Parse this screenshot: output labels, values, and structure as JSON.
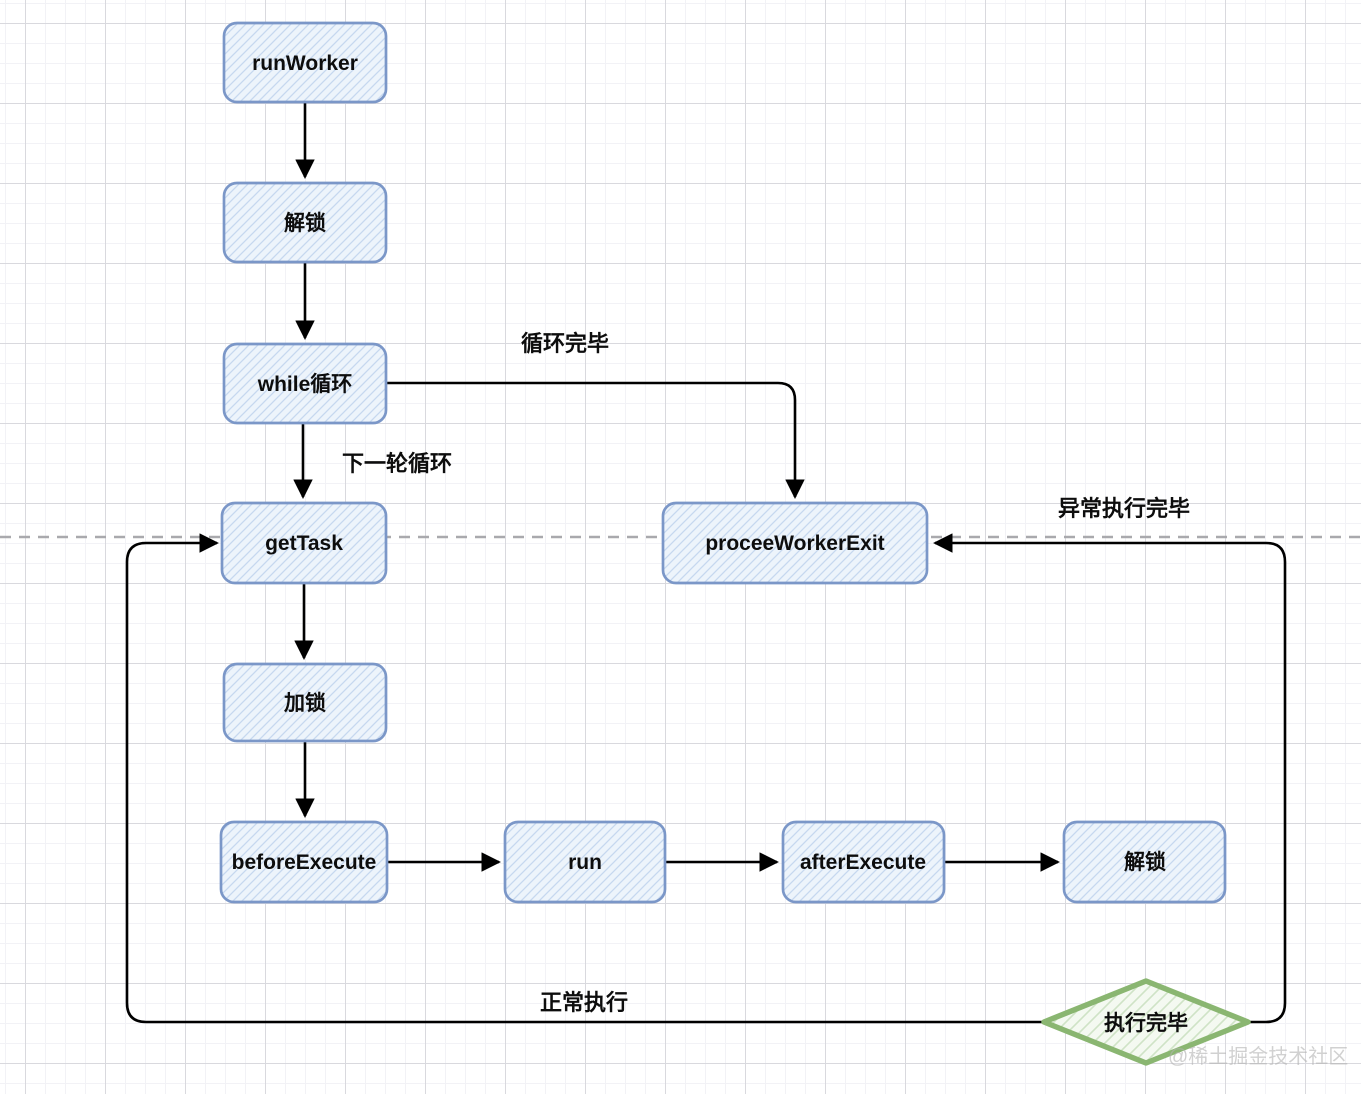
{
  "diagram": {
    "nodes": [
      {
        "id": "run-worker",
        "label": "runWorker",
        "shape": "rounded-rect"
      },
      {
        "id": "unlock-top",
        "label": "解锁",
        "shape": "rounded-rect"
      },
      {
        "id": "while-loop",
        "label": "while循环",
        "shape": "rounded-rect"
      },
      {
        "id": "get-task",
        "label": "getTask",
        "shape": "rounded-rect"
      },
      {
        "id": "procee-worker-exit",
        "label": "proceeWorkerExit",
        "shape": "rounded-rect"
      },
      {
        "id": "lock",
        "label": "加锁",
        "shape": "rounded-rect"
      },
      {
        "id": "before-execute",
        "label": "beforeExecute",
        "shape": "rounded-rect"
      },
      {
        "id": "run",
        "label": "run",
        "shape": "rounded-rect"
      },
      {
        "id": "after-execute",
        "label": "afterExecute",
        "shape": "rounded-rect"
      },
      {
        "id": "unlock-bottom",
        "label": "解锁",
        "shape": "rounded-rect"
      },
      {
        "id": "exec-done",
        "label": "执行完毕",
        "shape": "diamond"
      }
    ],
    "edges": [
      {
        "from": "run-worker",
        "to": "unlock-top",
        "label": ""
      },
      {
        "from": "unlock-top",
        "to": "while-loop",
        "label": ""
      },
      {
        "from": "while-loop",
        "to": "get-task",
        "label": "下一轮循环"
      },
      {
        "from": "while-loop",
        "to": "procee-worker-exit",
        "label": "循环完毕"
      },
      {
        "from": "get-task",
        "to": "lock",
        "label": ""
      },
      {
        "from": "lock",
        "to": "before-execute",
        "label": ""
      },
      {
        "from": "before-execute",
        "to": "run",
        "label": ""
      },
      {
        "from": "run",
        "to": "after-execute",
        "label": ""
      },
      {
        "from": "after-execute",
        "to": "unlock-bottom",
        "label": ""
      },
      {
        "from": "exec-done",
        "to": "get-task",
        "label": "正常执行"
      },
      {
        "from": "exec-done",
        "to": "procee-worker-exit",
        "label": "异常执行完毕"
      }
    ],
    "watermark": "@稀土掘金技术社区",
    "colors": {
      "node_fill": "#edf4fb",
      "node_hatch": "#c6d8ef",
      "node_border": "#7b97c8",
      "diamond_fill": "#f4f9f1",
      "diamond_hatch": "#cfe3c6",
      "diamond_border": "#8ab671",
      "edge": "#000000",
      "dashed_line": "#a9a9ad",
      "watermark": "#b3b3b3"
    }
  }
}
